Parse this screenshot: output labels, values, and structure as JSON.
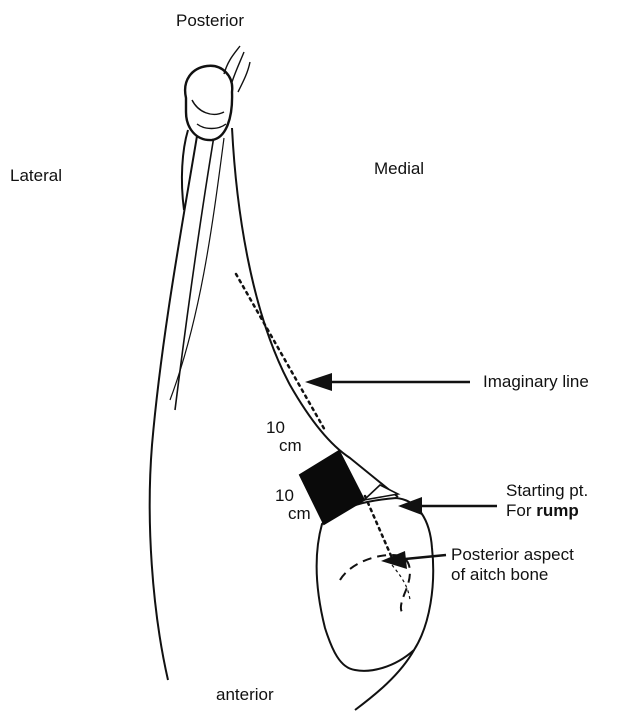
{
  "labels": {
    "posterior": "Posterior",
    "lateral": "Lateral",
    "medial": "Medial",
    "imaginary_line": "Imaginary line",
    "starting_pt_line1": "Starting pt.",
    "starting_pt_line2_prefix": "For ",
    "starting_pt_line2_bold": "rump",
    "aitch_line1": "Posterior aspect",
    "aitch_line2": "of aitch bone",
    "anterior": "anterior",
    "measure_1_value": "10",
    "measure_1_unit": "cm",
    "measure_2_value": "10",
    "measure_2_unit": "cm"
  },
  "colors": {
    "ink": "#111111",
    "background": "#ffffff"
  }
}
